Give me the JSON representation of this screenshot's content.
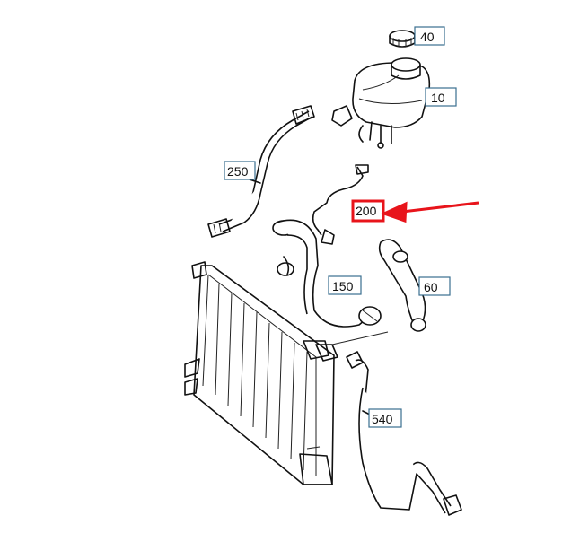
{
  "labels": {
    "l40": "40",
    "l10": "10",
    "l250": "250",
    "l200": "200",
    "l150": "150",
    "l60": "60",
    "l540": "540"
  },
  "highlight": {
    "part": "200",
    "color": "#e8141b"
  }
}
